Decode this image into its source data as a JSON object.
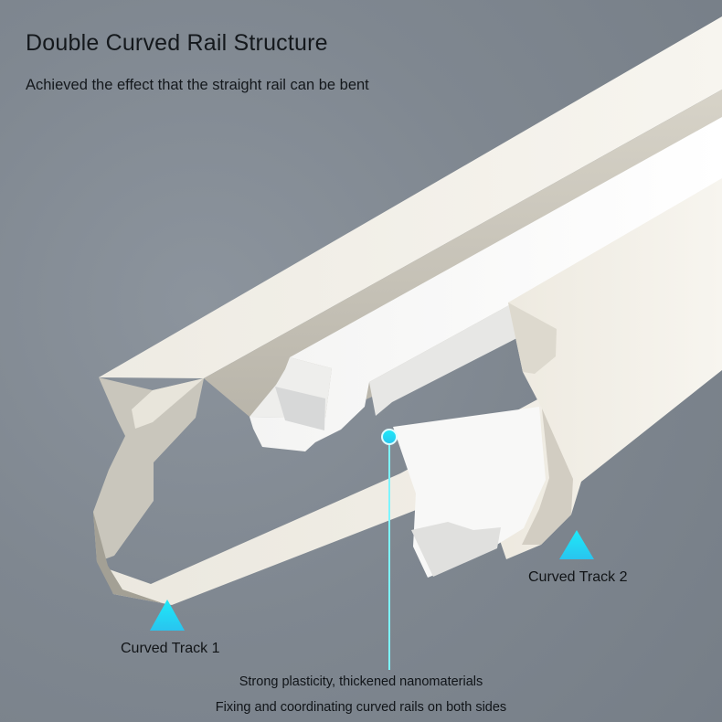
{
  "heading": {
    "title": "Double Curved Rail Structure",
    "subtitle": "Achieved the effect that the straight rail can be bent"
  },
  "callouts": {
    "left": "Curved Track 1",
    "right": "Curved Track 2",
    "line_1": "Strong plasticity, thickened nanomaterials",
    "line_2": "Fixing and coordinating curved rails on both sides"
  },
  "colors": {
    "background": "#7f8790",
    "rail_light": "#f3f1ea",
    "rail_mid": "#e6e3d8",
    "rail_shadow": "#bcbcb3",
    "insert_white": "#f8f8f7",
    "accent": "#2ce4f3"
  },
  "icons": [
    "left-triangle-marker-icon",
    "right-triangle-marker-icon",
    "cyan-callout-dot-icon"
  ]
}
